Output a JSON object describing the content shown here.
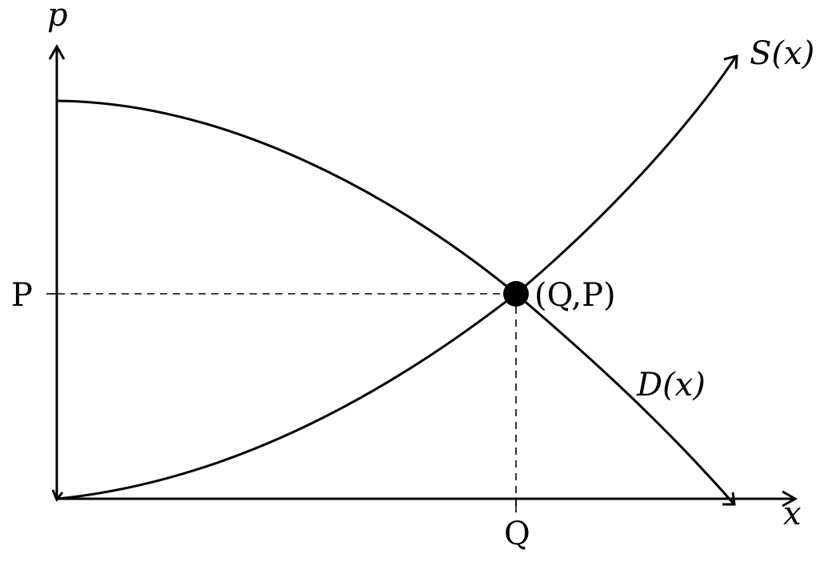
{
  "diagram": {
    "axes": {
      "y_label": "p",
      "x_label": "x"
    },
    "price_label": "P",
    "quantity_label": "Q",
    "equilibrium_label": "(Q,P)",
    "supply_label": "S(x)",
    "demand_label": "D(x)"
  }
}
